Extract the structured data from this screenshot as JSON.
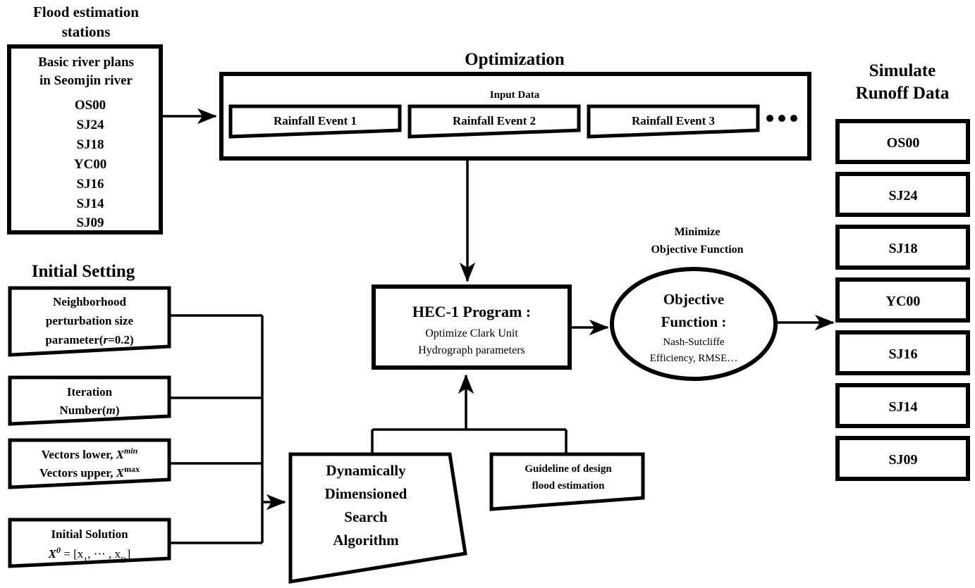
{
  "diagram": {
    "title": "Flood estimation and optimization flowchart",
    "colors": {
      "stroke": "#000000",
      "fill": "#ffffff",
      "text": "#000000"
    }
  },
  "flood_stations": {
    "heading_line1": "Flood estimation",
    "heading_line2": "stations",
    "box_title_line1": "Basic river plans",
    "box_title_line2": "in Seomjin river",
    "stations": [
      "OS00",
      "SJ24",
      "SJ18",
      "YC00",
      "SJ16",
      "SJ14",
      "SJ09"
    ]
  },
  "optimization": {
    "heading": "Optimization",
    "input_data_label": "Input Data",
    "events": [
      "Rainfall Event 1",
      "Rainfall Event 2",
      "Rainfall Event 3"
    ],
    "ellipsis": "• • •"
  },
  "initial_setting": {
    "heading": "Initial Setting",
    "items": [
      {
        "lines": [
          "Neighborhood",
          "perturbation size",
          "parameter(",
          "=0.2)"
        ],
        "line1": "Neighborhood",
        "line2": "perturbation size",
        "line3_pre": "parameter(",
        "line3_var": "r",
        "line3_post": "=0.2)"
      },
      {
        "line1": "Iteration",
        "line2_pre": "Number(",
        "line2_var": "m",
        "line2_post": ")"
      },
      {
        "line1_pre": "Vectors lower, ",
        "line1_var": "X",
        "line1_sup": "min",
        "line2_pre": "Vectors upper, ",
        "line2_var": "X",
        "line2_sup": "max"
      },
      {
        "line1": "Initial Solution",
        "line2_var": "X",
        "line2_sup": "0",
        "line2_eq": " = [x",
        "line2_sub1": "1",
        "line2_mid": ", ⋯ , x",
        "line2_sub2": "D",
        "line2_end": "]"
      }
    ]
  },
  "hec1": {
    "title": "HEC-1 Program :",
    "line1": "Optimize Clark Unit",
    "line2": "Hydrograph parameters"
  },
  "objective": {
    "caption_line1": "Minimize",
    "caption_line2": "Objective Function",
    "title_line1": "Objective",
    "title_line2": "Function :",
    "detail_line1": "Nash-Sutcliffe",
    "detail_line2": "Efficiency, RMSE…"
  },
  "dds": {
    "line1": "Dynamically",
    "line2": "Dimensioned",
    "line3": "Search",
    "line4": "Algorithm"
  },
  "guideline": {
    "line1": "Guideline of design",
    "line2": "flood estimation"
  },
  "simulate_runoff": {
    "heading_line1": "Simulate",
    "heading_line2": "Runoff Data",
    "outputs": [
      "OS00",
      "SJ24",
      "SJ18",
      "YC00",
      "SJ16",
      "SJ14",
      "SJ09"
    ]
  }
}
